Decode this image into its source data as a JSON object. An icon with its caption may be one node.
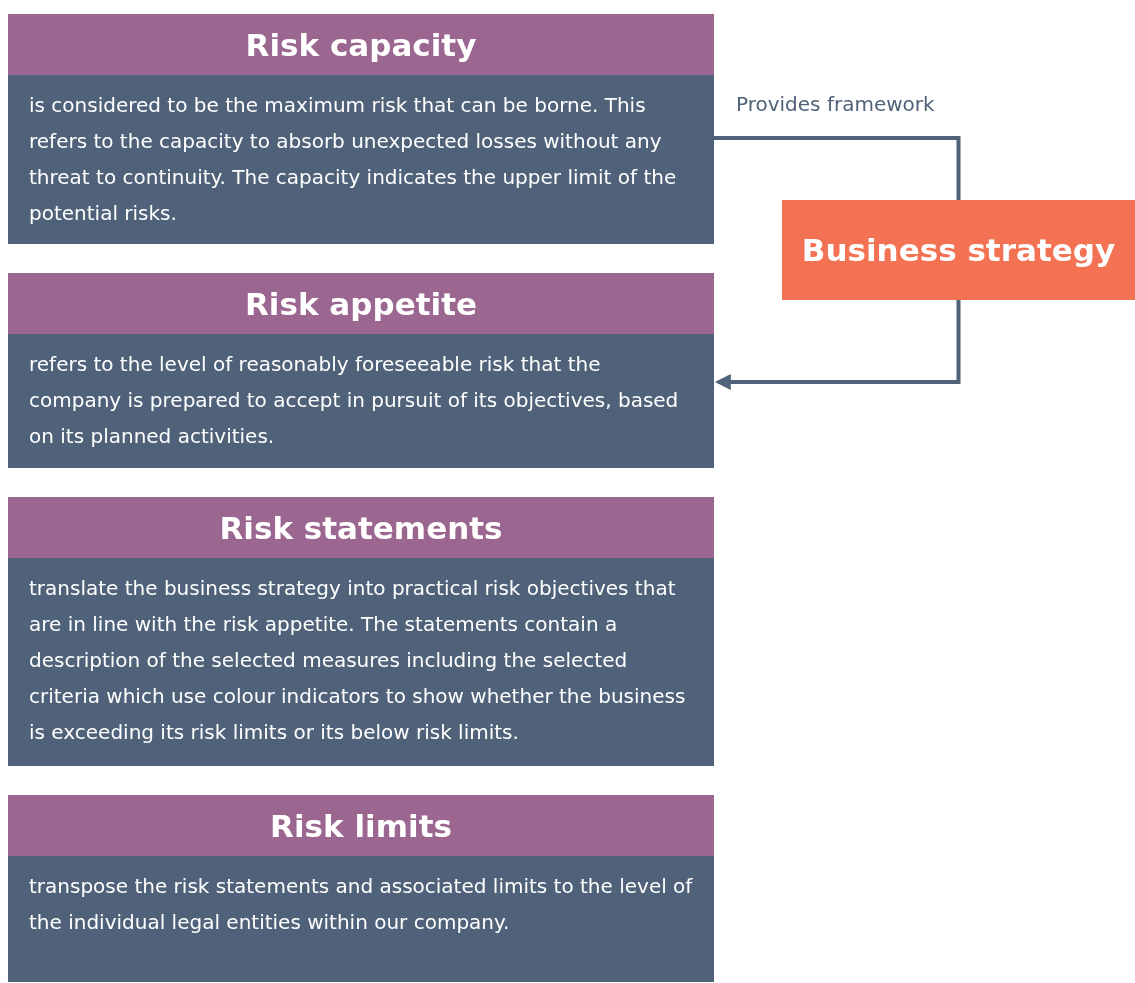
{
  "diagram": {
    "nodes": [
      {
        "text": [
          "Risk capacity",
          "is considered to be the maximum risk that can be borne. This refers to the capacity to absorb unexpected losses without any threat to continuity. The capacity indicates the upper limit of the potential risks."
        ]
      },
      {
        "text": [
          "Risk appetite",
          "refers to the level of reasonably foreseeable risk that the company is prepared to accept in pursuit of its objectives, based on its planned activities."
        ]
      },
      {
        "text": [
          "Risk statements",
          "translate the business strategy into practical risk objectives that are in line with the risk appetite. The statements contain a description of the selected measures including the selected criteria which use colour indicators to show whether the business is exceeding its risk limits or its below risk limits."
        ]
      },
      {
        "text": [
          "Risk limits",
          "transpose the risk statements and associated limits to the level of the individual legal entities within our company."
        ]
      },
      {
        "text": [
          "Business strategy"
        ]
      }
    ],
    "edges": [
      {
        "from": 0,
        "to": 4,
        "arrow": "none",
        "label": "Provides framework"
      },
      {
        "from": 4,
        "to": 1,
        "arrow": "to"
      }
    ]
  }
}
